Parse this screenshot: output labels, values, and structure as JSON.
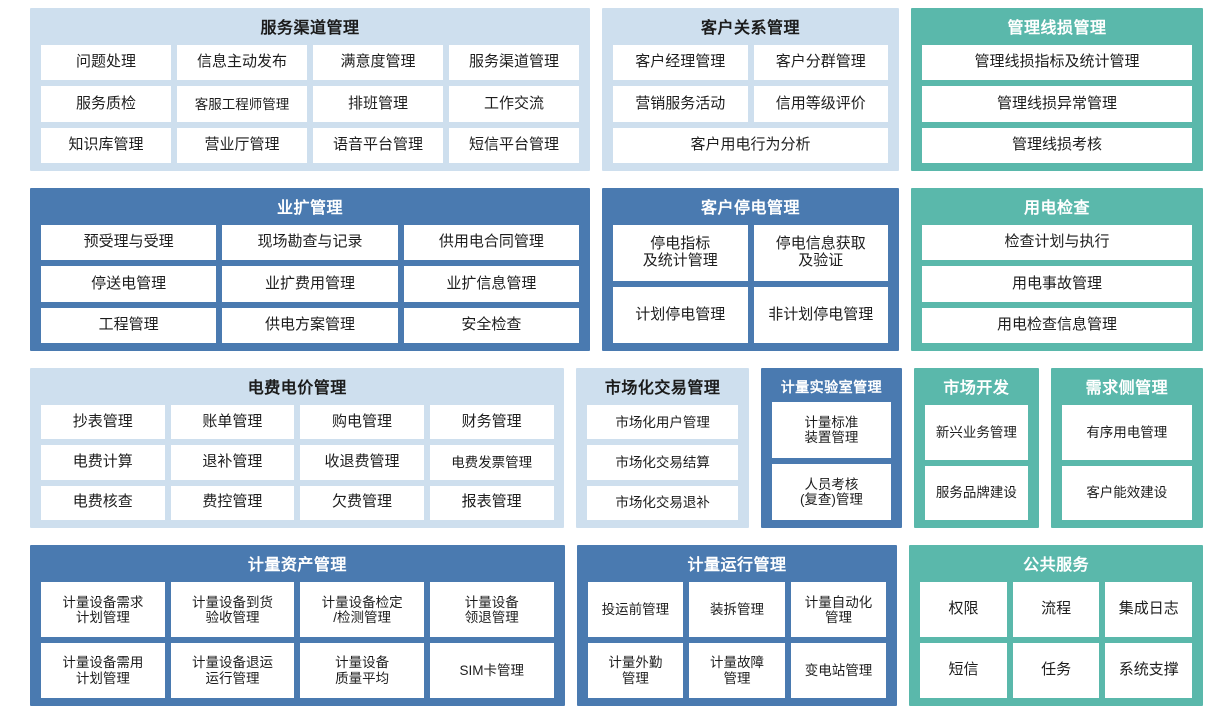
{
  "colors": {
    "light_blue": "#cedfee",
    "blue": "#4a7ab0",
    "teal": "#5ab8ab",
    "card": "#ffffff",
    "text_dark": "#1d1d1d",
    "text_light": "#ffffff",
    "page_background": "#ffffff"
  },
  "rows": [
    {
      "panels": [
        {
          "id": "service-channel-management",
          "title": "服务渠道管理",
          "theme": "light",
          "grid": [
            [
              "问题处理",
              "信息主动发布",
              "满意度管理",
              "服务渠道管理"
            ],
            [
              "服务质检",
              "客服工程师管理",
              "排班管理",
              "工作交流"
            ],
            [
              "知识库管理",
              "营业厅管理",
              "语音平台管理",
              "短信平台管理"
            ]
          ]
        },
        {
          "id": "customer-relationship-management",
          "title": "客户关系管理",
          "theme": "light",
          "grid": [
            [
              "客户经理管理",
              "客户分群管理"
            ],
            [
              "营销服务活动",
              "信用等级评价"
            ],
            [
              "客户用电行为分析"
            ]
          ]
        },
        {
          "id": "management-line-loss",
          "title": "管理线损管理",
          "theme": "teal",
          "grid": [
            [
              "管理线损指标及统计管理"
            ],
            [
              "管理线损异常管理"
            ],
            [
              "管理线损考核"
            ]
          ]
        }
      ]
    },
    {
      "panels": [
        {
          "id": "business-expansion-management",
          "title": "业扩管理",
          "theme": "blue",
          "grid": [
            [
              "预受理与受理",
              "现场勘查与记录",
              "供用电合同管理"
            ],
            [
              "停送电管理",
              "业扩费用管理",
              "业扩信息管理"
            ],
            [
              "工程管理",
              "供电方案管理",
              "安全检查"
            ]
          ]
        },
        {
          "id": "customer-outage-management",
          "title": "客户停电管理",
          "theme": "blue",
          "grid": [
            [
              "停电指标\n及统计管理",
              "停电信息获取\n及验证"
            ],
            [
              "计划停电管理",
              "非计划停电管理"
            ]
          ]
        },
        {
          "id": "power-consumption-inspection",
          "title": "用电检查",
          "theme": "teal",
          "grid": [
            [
              "检查计划与执行"
            ],
            [
              "用电事故管理"
            ],
            [
              "用电检查信息管理"
            ]
          ]
        }
      ]
    },
    {
      "panels": [
        {
          "id": "tariff-and-price-management",
          "title": "电费电价管理",
          "theme": "light",
          "grid": [
            [
              "抄表管理",
              "账单管理",
              "购电管理",
              "财务管理"
            ],
            [
              "电费计算",
              "退补管理",
              "收退费管理",
              "电费发票管理"
            ],
            [
              "电费核查",
              "费控管理",
              "欠费管理",
              "报表管理"
            ]
          ]
        },
        {
          "id": "market-trading-management",
          "title": "市场化交易管理",
          "theme": "light",
          "grid": [
            [
              "市场化用户管理"
            ],
            [
              "市场化交易结算"
            ],
            [
              "市场化交易退补"
            ]
          ]
        },
        {
          "id": "metering-laboratory-management",
          "title": "计量实验室管理",
          "theme": "blue",
          "grid": [
            [
              "计量标准\n装置管理"
            ],
            [
              "人员考核\n(复查)管理"
            ]
          ]
        },
        {
          "id": "market-development",
          "title": "市场开发",
          "theme": "teal",
          "grid": [
            [
              "新兴业务管理"
            ],
            [
              "服务品牌建设"
            ]
          ]
        },
        {
          "id": "demand-side-management",
          "title": "需求侧管理",
          "theme": "teal",
          "grid": [
            [
              "有序用电管理"
            ],
            [
              "客户能效建设"
            ]
          ]
        }
      ]
    },
    {
      "panels": [
        {
          "id": "metering-asset-management",
          "title": "计量资产管理",
          "theme": "blue",
          "grid": [
            [
              "计量设备需求\n计划管理",
              "计量设备到货\n验收管理",
              "计量设备检定\n/检测管理",
              "计量设备\n领退管理"
            ],
            [
              "计量设备需用\n计划管理",
              "计量设备退运\n运行管理",
              "计量设备\n质量平均",
              "SIM卡管理"
            ]
          ]
        },
        {
          "id": "metering-operation-management",
          "title": "计量运行管理",
          "theme": "blue",
          "grid": [
            [
              "投运前管理",
              "装拆管理",
              "计量自动化\n管理"
            ],
            [
              "计量外勤\n管理",
              "计量故障\n管理",
              "变电站管理"
            ]
          ]
        },
        {
          "id": "public-services",
          "title": "公共服务",
          "theme": "teal",
          "grid": [
            [
              "权限",
              "流程",
              "集成日志"
            ],
            [
              "短信",
              "任务",
              "系统支撑"
            ]
          ]
        }
      ]
    }
  ]
}
